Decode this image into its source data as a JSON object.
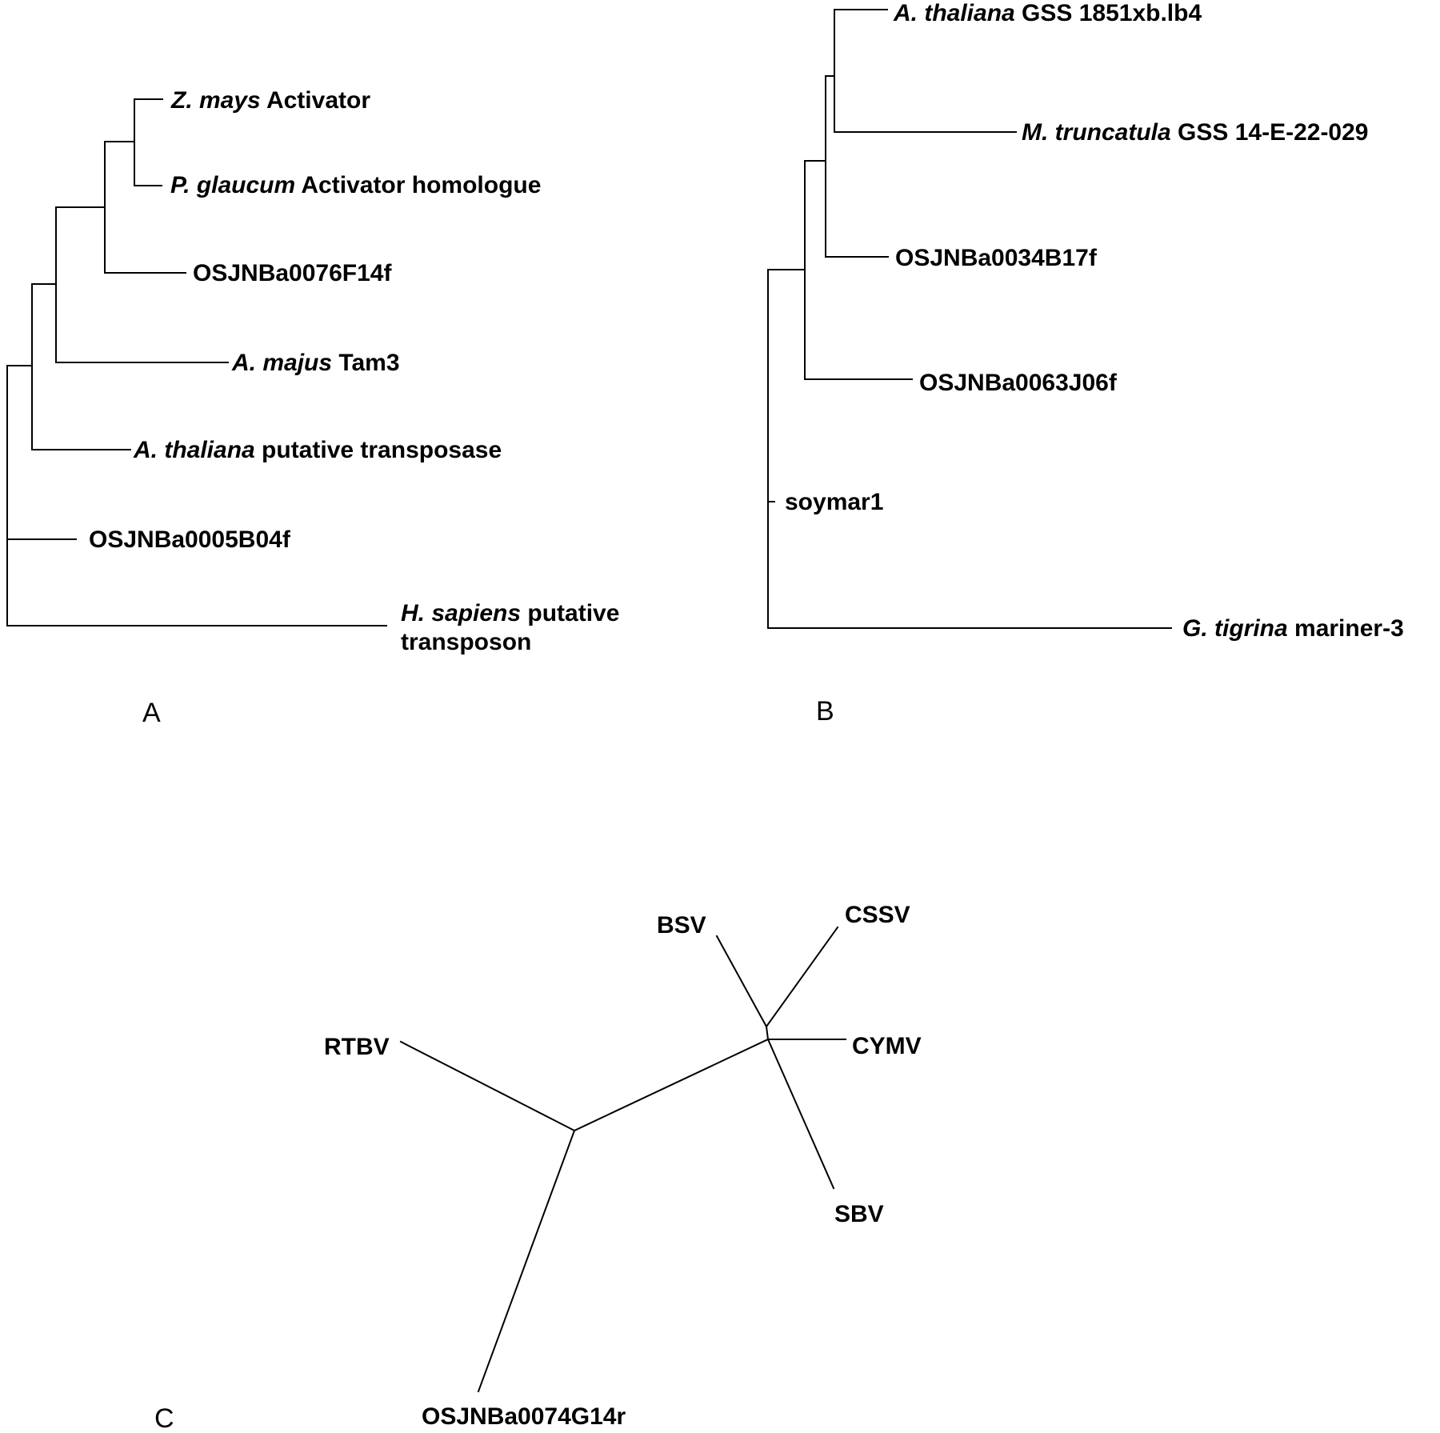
{
  "panels": {
    "a": {
      "letter": "A",
      "leaves": {
        "zmays": {
          "species": "Z. mays",
          "rest": " Activator"
        },
        "pglauc": {
          "species": "P. glaucum",
          "rest": " Activator homologue"
        },
        "osj76": {
          "text": "OSJNBa0076F14f"
        },
        "amajus": {
          "species": "A. majus",
          "rest": " Tam3"
        },
        "athal": {
          "species": "A. thaliana",
          "rest": " putative transposase"
        },
        "osj05": {
          "text": "OSJNBa0005B04f"
        },
        "hsap": {
          "species": "H. sapiens",
          "rest": " putative",
          "line2": "transposon"
        }
      }
    },
    "b": {
      "letter": "B",
      "leaves": {
        "athal": {
          "species": "A. thaliana",
          "rest": " GSS 1851xb.lb4"
        },
        "mtrunc": {
          "species": "M. truncatula",
          "rest": " GSS 14-E-22-029"
        },
        "osj34": {
          "text": "OSJNBa0034B17f"
        },
        "osj63": {
          "text": "OSJNBa0063J06f"
        },
        "soymar": {
          "text": "soymar1"
        },
        "gtig": {
          "species": "G. tigrina",
          "rest": " mariner-3"
        }
      }
    },
    "c": {
      "letter": "C",
      "leaves": {
        "bsv": "BSV",
        "cssv": "CSSV",
        "rtbv": "RTBV",
        "cymv": "CYMV",
        "sbv": "SBV",
        "osj74": "OSJNBa0074G14r"
      }
    }
  }
}
